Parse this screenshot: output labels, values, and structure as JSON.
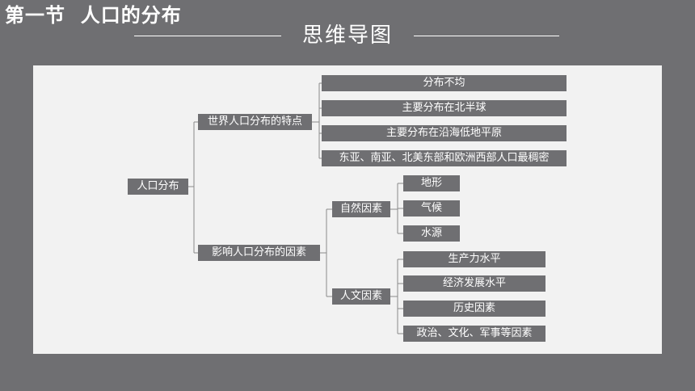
{
  "header": {
    "title": "第一节  人口的分布",
    "subtitle": "思维导图"
  },
  "mindmap": {
    "root": "人口分布",
    "branch1": {
      "label": "世界人口分布的特点",
      "items": [
        "分布不均",
        "主要分布在北半球",
        "主要分布在沿海低地平原",
        "东亚、南亚、北美东部和欧洲西部人口最稠密"
      ]
    },
    "branch2": {
      "label": "影响人口分布的因素",
      "natural": {
        "label": "自然因素",
        "items": [
          "地形",
          "气候",
          "水源"
        ]
      },
      "human": {
        "label": "人文因素",
        "items": [
          "生产力水平",
          "经济发展水平",
          "历史因素",
          "政治、文化、军事等因素"
        ]
      }
    }
  }
}
